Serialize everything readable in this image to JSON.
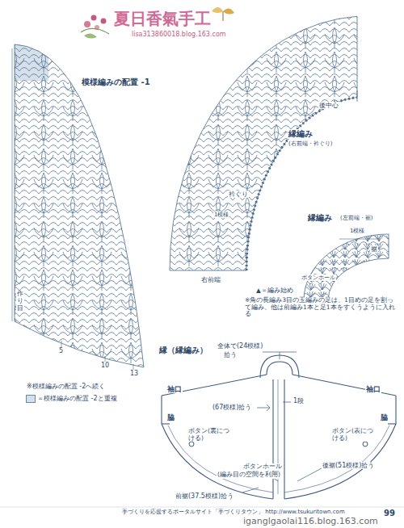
{
  "diagram": {
    "title": "模様編みの配置 -1",
    "labels": [
      "夏日香氣手工",
      "lisa313860018.blog.163.com",
      "作り目",
      "5",
      "10",
      "13",
      "※模様編みの配置 -2へ続く",
      "後中心",
      "縁編み",
      "(右前端・衿ぐり)",
      "衿ぐり",
      "1模様",
      "右前端",
      "縁編み",
      "(左前端・裾)",
      "1模様",
      "裾",
      "ボタンホール",
      "左前端",
      "▲＝編み始め",
      "※角の長編み3目の玉編みの足は、1目めの足を割って編み、他は前編み1本と足1本をすくうように入れる",
      "縁（縁編み）",
      "全体で(24模様)",
      "拾う",
      "袖口",
      "袖口",
      "脇",
      "脇",
      "1段",
      "(67模様)拾う",
      "ボタン(裏につける)",
      "ボタン(表につける)",
      "ボタンホール",
      "(編み目の空間を利用)",
      "前裾(37.5模様)拾う",
      "後裾(51模様)拾う",
      "手づくりを応援するポータルサイト「手づくりタウン」 http://www.tsukuritown.com",
      "99",
      "iganglgaolai116.blog.163.com"
    ],
    "legend": [
      {
        "text": "＝模様編みの配置 -2と重複",
        "color": "#d5e0ea"
      }
    ]
  }
}
